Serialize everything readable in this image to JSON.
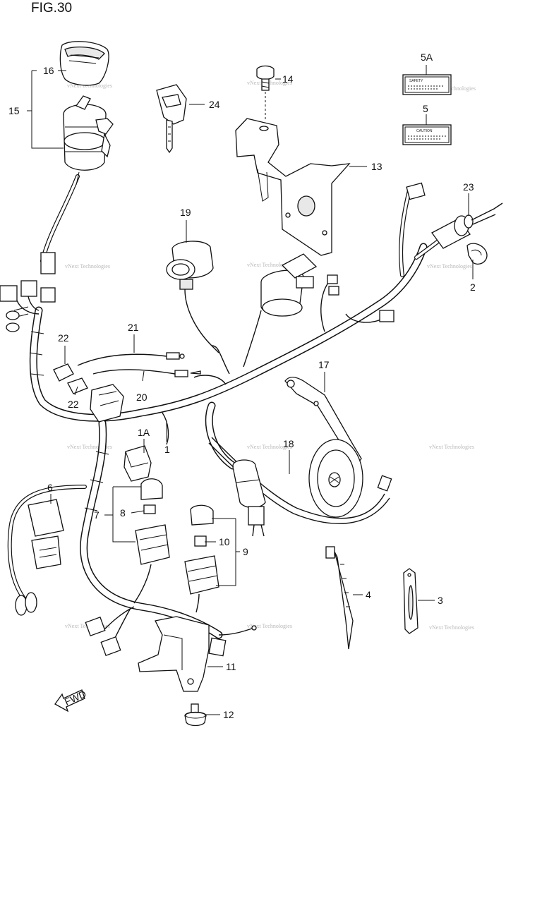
{
  "figure_title": "FIG.30",
  "part_labels": [
    "1",
    "1A",
    "2",
    "3",
    "4",
    "5",
    "5A",
    "6",
    "7",
    "8",
    "9",
    "10",
    "11",
    "12",
    "13",
    "14",
    "15",
    "16",
    "17",
    "18",
    "19",
    "20",
    "21",
    "22",
    "22",
    "23",
    "24"
  ],
  "watermark_text": "vNext Technologies",
  "orientation_label": "FWD",
  "label_text": {
    "caution": "CAUTION",
    "safety": "SAFETY"
  }
}
